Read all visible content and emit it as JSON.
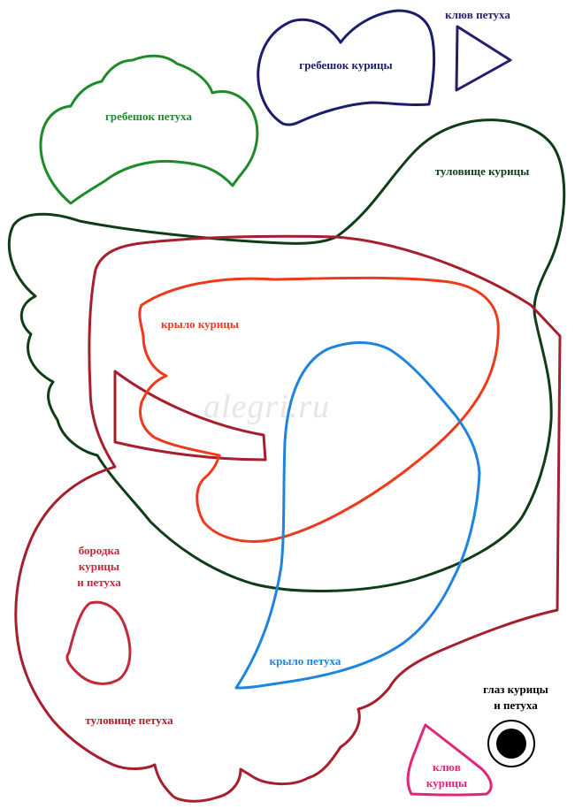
{
  "watermark": "alegri.ru",
  "parts": {
    "rooster_comb": {
      "label": "гребешок петуха",
      "color": "#1e8a2a"
    },
    "hen_comb": {
      "label": "гребешок курицы",
      "color": "#1c1c6e"
    },
    "rooster_beak": {
      "label": "клюв петуха",
      "color": "#2a1b6e"
    },
    "hen_body": {
      "label": "туловище курицы",
      "color": "#0f3d18"
    },
    "hen_wing": {
      "label": "крыло курицы",
      "color": "#ee3a1c"
    },
    "rooster_wing": {
      "label": "крыло петуха",
      "color": "#1f84e0"
    },
    "rooster_body": {
      "label": "туловище петуха",
      "color": "#a61f2c"
    },
    "wattle": {
      "line1": "бородка",
      "line2": "курицы",
      "line3": "и петуха",
      "color": "#c02a3a"
    },
    "eye": {
      "line1": "глаз курицы",
      "line2": "и петуха",
      "color": "#000000"
    },
    "hen_beak": {
      "line1": "клюв",
      "line2": "курицы",
      "color": "#e3247a"
    }
  }
}
